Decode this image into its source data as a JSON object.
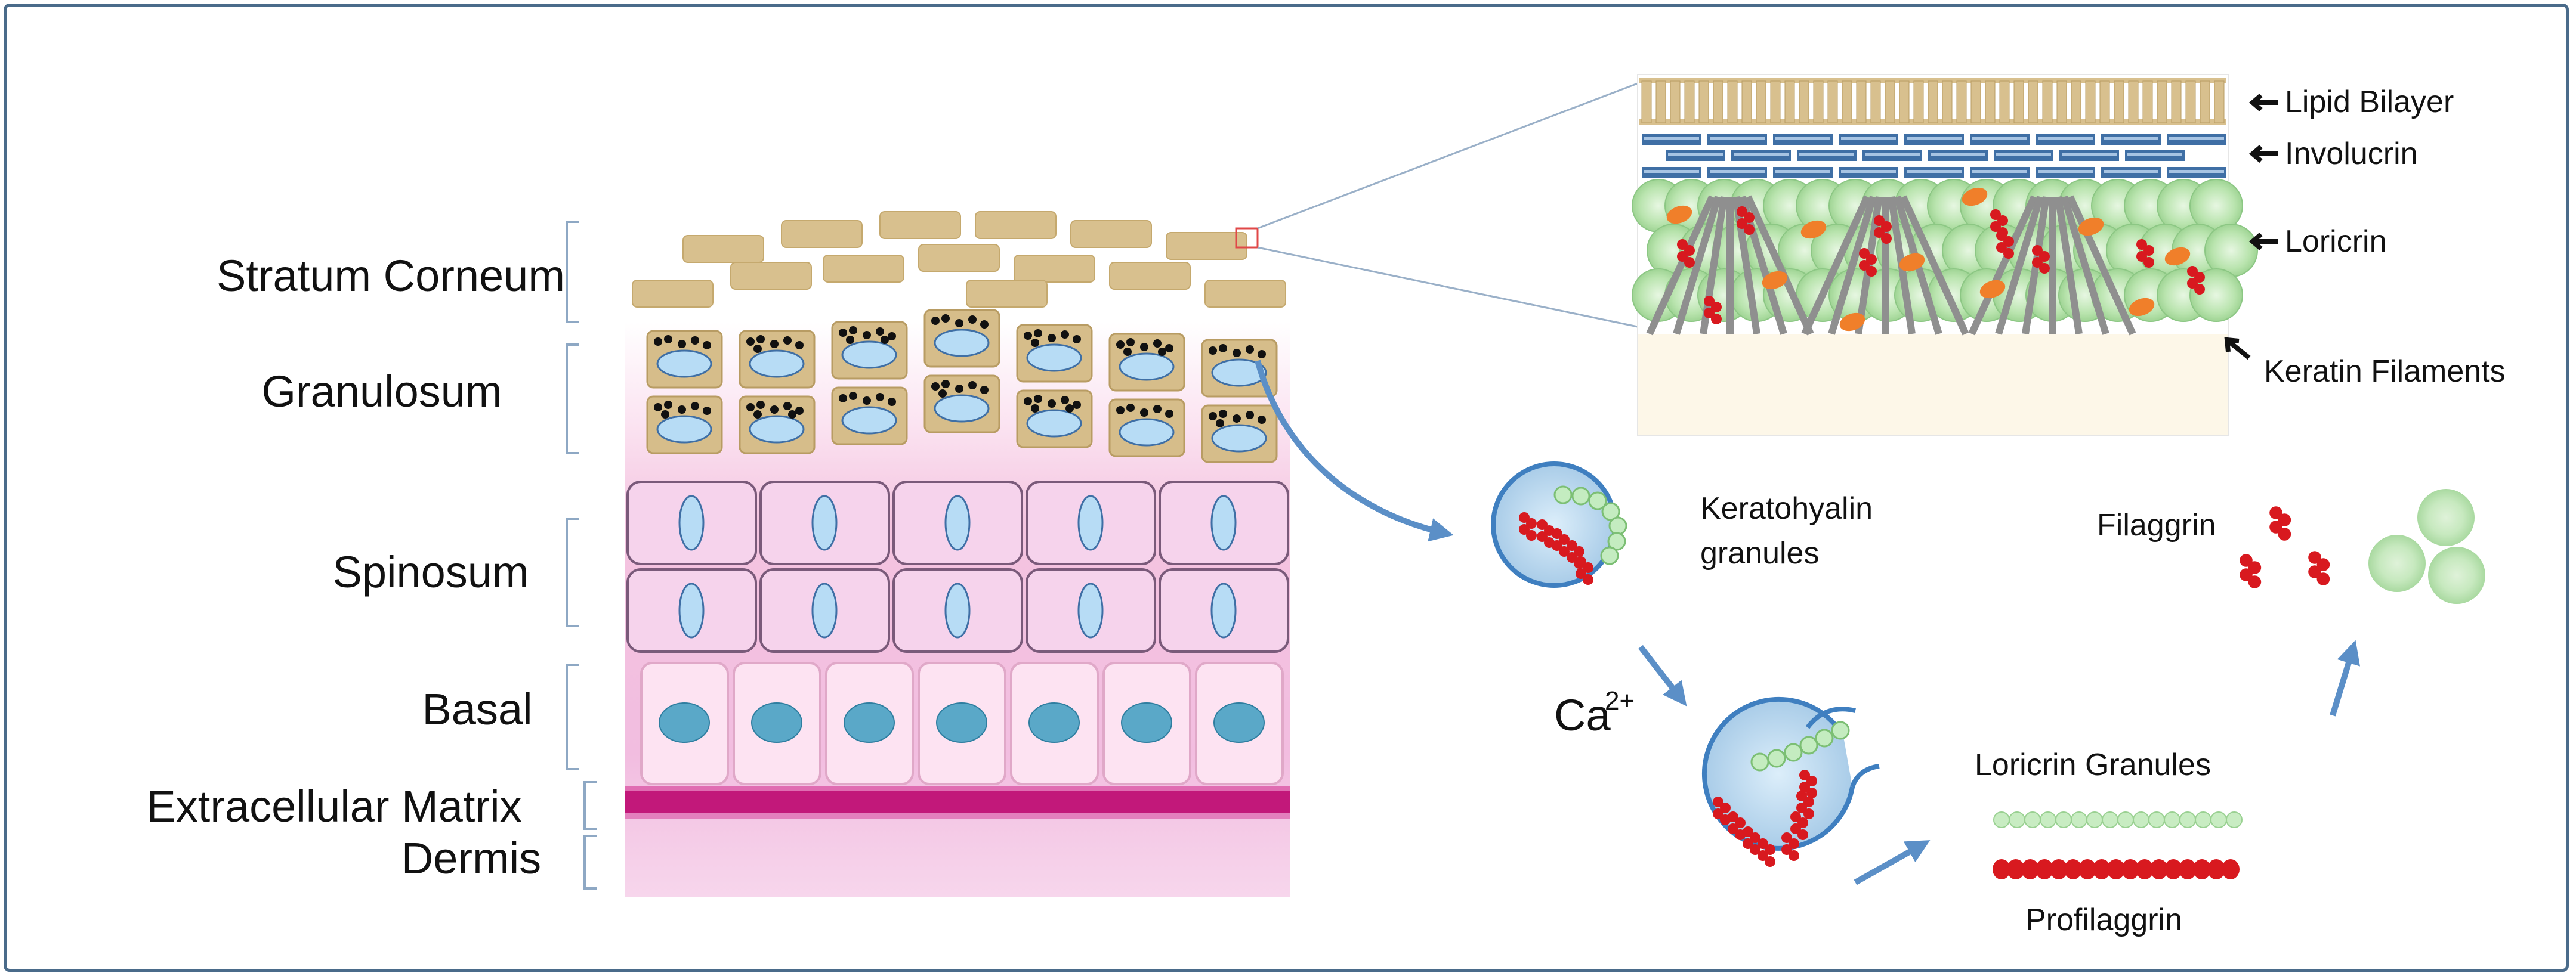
{
  "layers": {
    "stratum_corneum": "Stratum Corneum",
    "granulosum": "Granulosum",
    "spinosum": "Spinosum",
    "basal": "Basal",
    "extracellular_matrix": "Extracellular Matrix",
    "dermis": "Dermis"
  },
  "envelope": {
    "lipid_bilayer": "Lipid Bilayer",
    "involucrin": "Involucrin",
    "loricrin": "Loricrin",
    "keratin_filaments": "Keratin Filaments"
  },
  "pathway": {
    "keratohyalin_line1": "Keratohyalin",
    "keratohyalin_line2": "granules",
    "calcium": "Ca",
    "calcium_charge": "2+",
    "loricrin_granules": "Loricrin Granules",
    "profilaggrin": "Profilaggrin",
    "filaggrin": "Filaggrin"
  },
  "colors": {
    "frame": "#4a6b8a",
    "corneocyte": "#d8c08e",
    "granular_cell": "#d6bd8a",
    "skin_pink": "#f7c8e4",
    "basement_membrane": "#c2187a",
    "nucleus": "#b7dcf5",
    "basal_nucleus": "#5aa8c8",
    "arrow": "#5b8fc7",
    "loricrin_green": "#b8e6b0",
    "filaggrin_red": "#d8191f",
    "involucrin_blue": "#3f6fa5"
  }
}
